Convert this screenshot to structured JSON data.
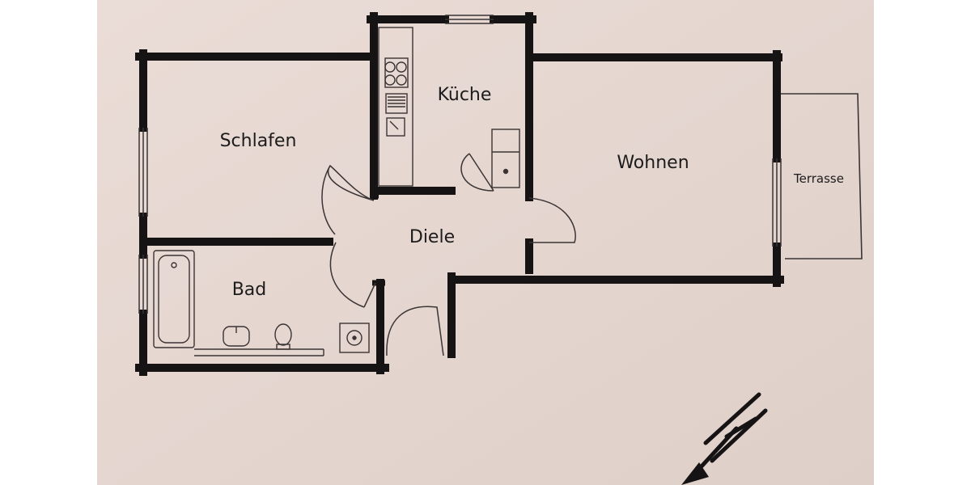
{
  "colors": {
    "paper": "#e6d8d3",
    "wall": "#151313",
    "thin_line": "#3a3434"
  },
  "rooms": {
    "schlafen": "Schlafen",
    "kueche": "Küche",
    "wohnen": "Wohnen",
    "diele": "Diele",
    "bad": "Bad",
    "terrasse": "Terrasse"
  },
  "icons": {
    "north": "north-arrow-icon"
  }
}
